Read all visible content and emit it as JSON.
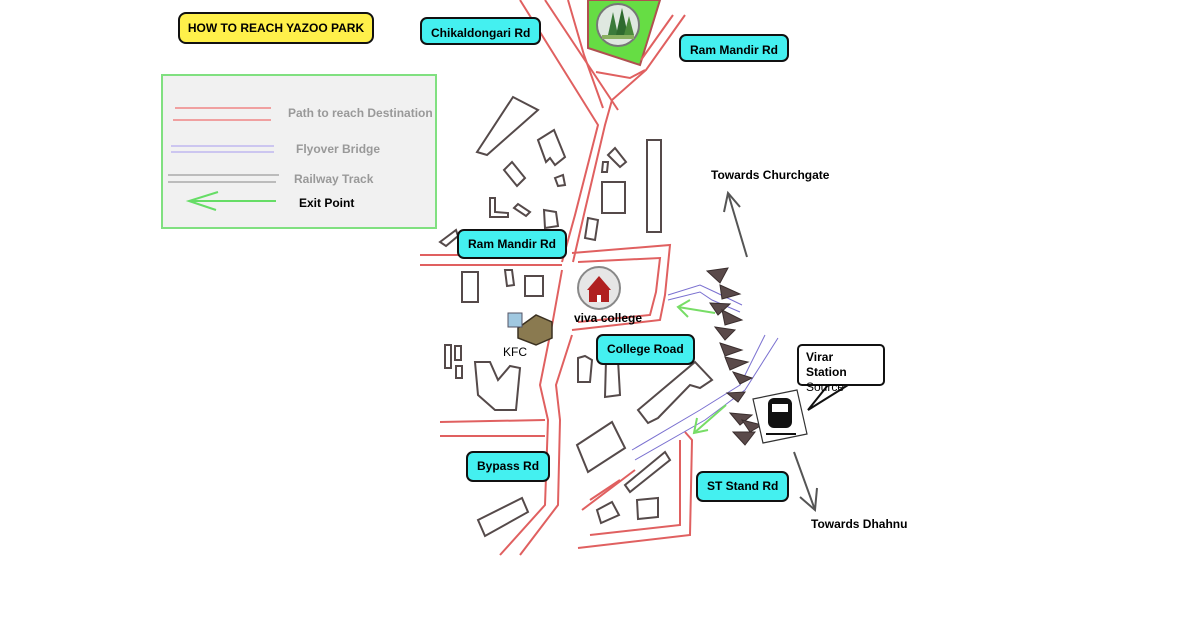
{
  "title": "HOW TO REACH YAZOO PARK",
  "legend": {
    "items": [
      {
        "label": "Path to  reach Destination",
        "symbol": "double-red-line",
        "color": "#e88080"
      },
      {
        "label": "Flyover Bridge",
        "symbol": "double-purple-line",
        "color": "#9a90e0"
      },
      {
        "label": "Railway Track",
        "symbol": "double-gray-line",
        "color": "#999999"
      },
      {
        "label": "Exit Point",
        "symbol": "green-arrow-left",
        "color": "#66dd66"
      }
    ]
  },
  "roads": {
    "chikaldongari": "Chikaldongari Rd",
    "ram_mandir_top": "Ram Mandir Rd",
    "ram_mandir_left": "Ram Mandir Rd",
    "college_road": "College Road",
    "bypass": "Bypass Rd",
    "st_stand": "ST Stand Rd"
  },
  "places": {
    "college": "viva college",
    "kfc": "KFC",
    "station_name": "Virar Station",
    "station_role": "Source"
  },
  "directions": {
    "north": "Towards Churchgate",
    "south": "Towards Dhahnu"
  },
  "colors": {
    "road": "#e06060",
    "road_tag": "#44f0f0",
    "title_bg": "#fff04a",
    "park": "#66dd44",
    "flyover": "#7a70d0",
    "exit_arrow": "#77dd66",
    "building": "#554a4a"
  }
}
